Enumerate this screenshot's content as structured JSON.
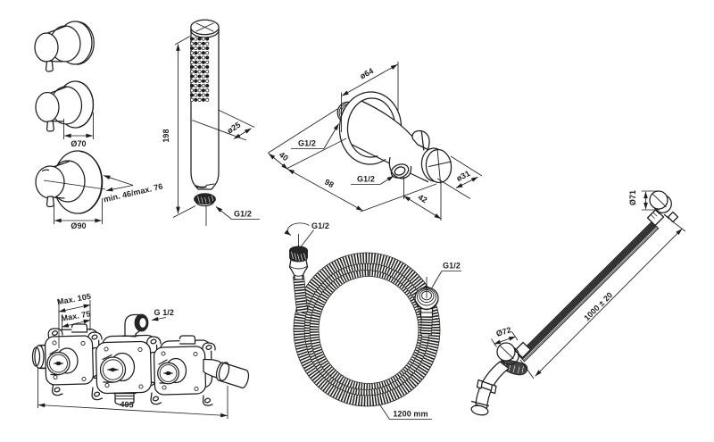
{
  "meta": {
    "title": "Shower system technical dimension drawing",
    "background_color": "#ffffff",
    "line_color": "#1d1d1b"
  },
  "components": {
    "valve_trim_small_top": "concealed valve trim with lever handle (top view)",
    "valve_trim_small_mid": "concealed valve trim with lever handle (Ø70)",
    "valve_trim_large": "concealed thermostat trim with lever handle (Ø90)",
    "handshower": "stick hand shower",
    "wall_elbow": "wall outlet elbow with hand shower holder",
    "concealed_valve_body": "concealed 3-way valve rough-in body",
    "shower_hose": "flexible shower hose",
    "riser_rail": "shower riser rail with bottom outlet"
  },
  "labels": {
    "trim_mid_diameter": "Ø70",
    "trim_large_diameter": "Ø90",
    "trim_depth_range": "min. 46/max. 76",
    "handshower_length": "198",
    "handshower_diameter": "ø25",
    "handshower_thread": "G1/2",
    "elbow_flange_diameter": "ø64",
    "elbow_inlet_thread": "G1/2",
    "elbow_depth": "40",
    "elbow_length": "98",
    "elbow_outlet_thread": "G1/2",
    "elbow_holder_diameter": "ø31",
    "elbow_outlet_offset": "42",
    "valve_max_depth_105": "Max. 105",
    "valve_max_depth_75": "Max. 75",
    "valve_top_thread": "G 1/2",
    "valve_width": "495",
    "hose_conical_nut_thread": "G1/2",
    "hose_swivel_nut_thread": "G1/2",
    "hose_length": "1200 mm",
    "rail_top_diameter": "Ø71",
    "rail_length": "1000 ± 20",
    "rail_bottom_diameter": "Ø72"
  }
}
